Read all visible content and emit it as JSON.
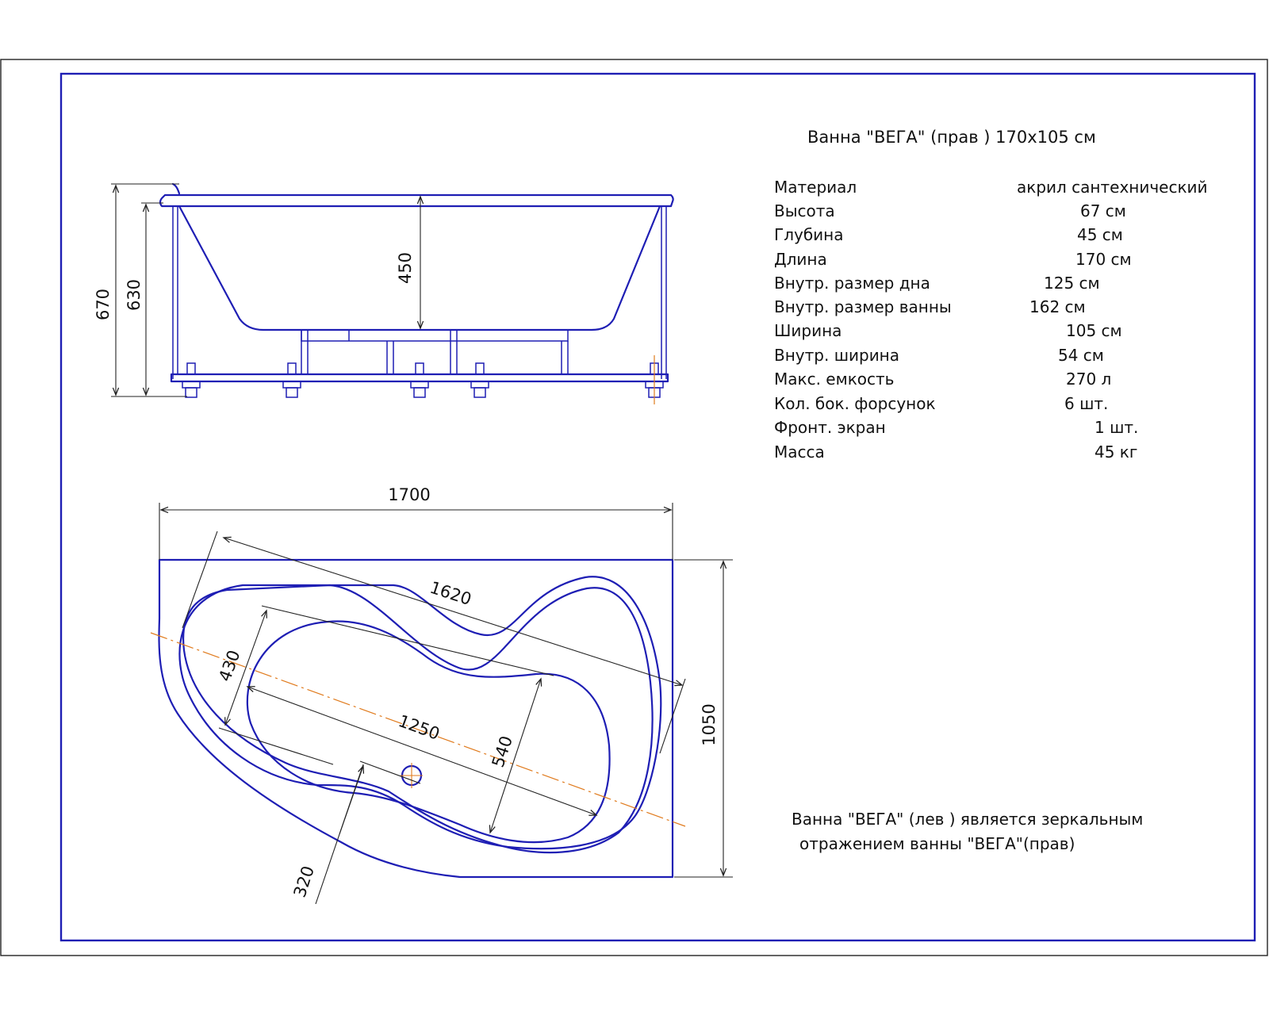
{
  "title": "Ванна \"ВЕГА\"  (прав  ) 170х105 см",
  "specs": [
    {
      "label": "Материал",
      "value": "акрил сантехнический"
    },
    {
      "label": "Высота",
      "value": "67 см"
    },
    {
      "label": "Глубина",
      "value": "45 см"
    },
    {
      "label": "Длина",
      "value": "170 см"
    },
    {
      "label": "Внутр. размер дна",
      "value": "125 см"
    },
    {
      "label": "Внутр. размер ванны",
      "value": "162 см"
    },
    {
      "label": "Ширина",
      "value": "105 см"
    },
    {
      "label": "Внутр. ширина",
      "value": "54 см"
    },
    {
      "label": "Макс. емкость",
      "value": "270 л"
    },
    {
      "label": "Кол. бок. форсунок",
      "value": "6 шт."
    },
    {
      "label": "Фронт. экран",
      "value": "1 шт."
    },
    {
      "label": "Масса",
      "value": "45 кг"
    }
  ],
  "note": {
    "line1": "Ванна \"ВЕГА\"  (лев  )  является зеркальным",
    "line2": "отражением ванны \"ВЕГА\"(прав)"
  },
  "dimensions": {
    "side_height_total": "670",
    "side_height_rim": "630",
    "side_depth": "450",
    "plan_length": "1700",
    "plan_width": "1050",
    "inner_length": "1620",
    "bottom_length": "1250",
    "bottom_width": "430",
    "inner_width": "540",
    "seat": "320"
  },
  "colors": {
    "drawing_lines": "#1e1eb4",
    "axis_line": "#e07a1c",
    "text": "#111111"
  }
}
